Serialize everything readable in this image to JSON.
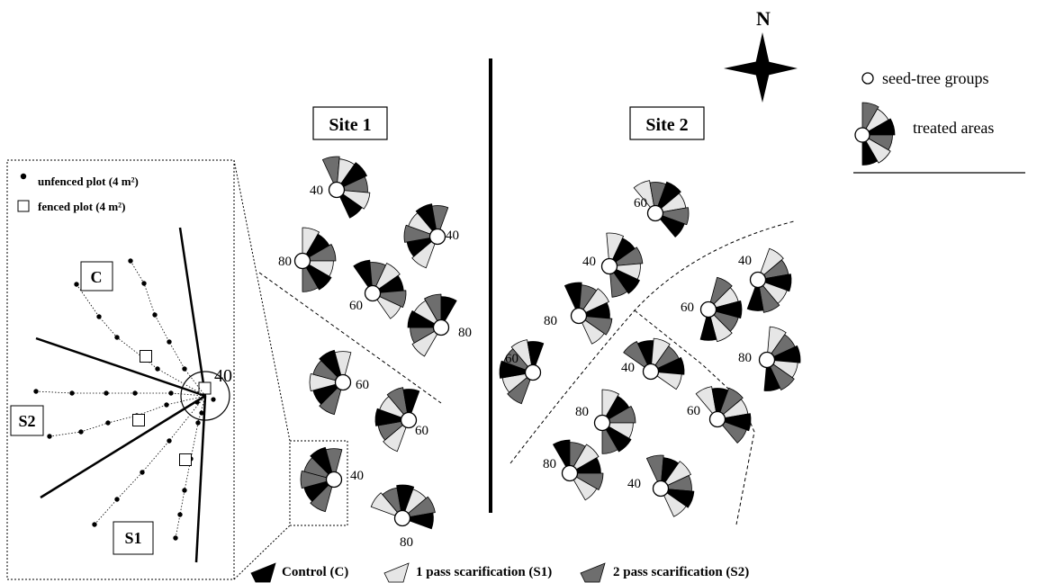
{
  "north": {
    "label": "N"
  },
  "legend_right": {
    "seed_tree": "seed-tree groups",
    "treated": "treated areas"
  },
  "inset": {
    "unfenced": "unfenced plot (4 m²)",
    "fenced": "fenced plot (4 m²)",
    "label_c": "C",
    "label_s2": "S2",
    "label_s1": "S1",
    "center_value": "40"
  },
  "sites": [
    {
      "title": "Site 1"
    },
    {
      "title": "Site 2"
    }
  ],
  "treatments": [
    {
      "label": "Control (C)",
      "color": "#000000"
    },
    {
      "label": "1 pass scarification (S1)",
      "color": "#e6e6e6"
    },
    {
      "label": "2 pass scarification (S2)",
      "color": "#6e6e6e"
    }
  ],
  "groups": [
    {
      "label": "40"
    },
    {
      "label": "40"
    },
    {
      "label": "80"
    },
    {
      "label": "60"
    },
    {
      "label": "80"
    },
    {
      "label": "60"
    },
    {
      "label": "60"
    },
    {
      "label": "40"
    },
    {
      "label": "80"
    },
    {
      "label": "60"
    },
    {
      "label": "40"
    },
    {
      "label": "40"
    },
    {
      "label": "80"
    },
    {
      "label": "60"
    },
    {
      "label": "80"
    },
    {
      "label": "60"
    },
    {
      "label": "40"
    },
    {
      "label": "80"
    },
    {
      "label": "60"
    },
    {
      "label": "80"
    },
    {
      "label": "40"
    }
  ]
}
